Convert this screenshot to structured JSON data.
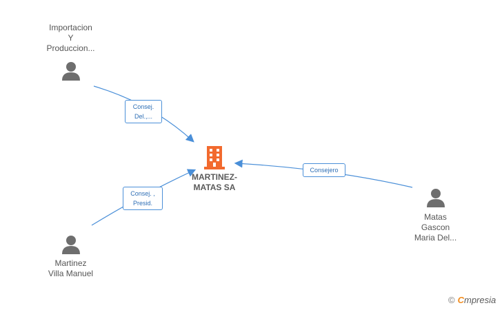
{
  "company": {
    "label": "MARTINEZ-\nMATAS SA",
    "icon": "building-icon",
    "color": "#f26a2e"
  },
  "people": [
    {
      "id": "importacion",
      "label": "Importacion\nY\nProduccion...",
      "icon": "person-icon"
    },
    {
      "id": "martinez",
      "label": "Martinez\nVilla Manuel",
      "icon": "person-icon"
    },
    {
      "id": "matas",
      "label": "Matas\nGascon\nMaria Del...",
      "icon": "person-icon"
    }
  ],
  "edges": [
    {
      "from": "importacion",
      "label": "Consej.\nDel.,..."
    },
    {
      "from": "martinez",
      "label": "Consej. ,\nPresid."
    },
    {
      "from": "matas",
      "label": "Consejero"
    }
  ],
  "footer": {
    "copyright": "©",
    "brand_first": "C",
    "brand_rest": "mpresia"
  },
  "colors": {
    "edge": "#4a8fd8",
    "person": "#6e6e6e"
  }
}
